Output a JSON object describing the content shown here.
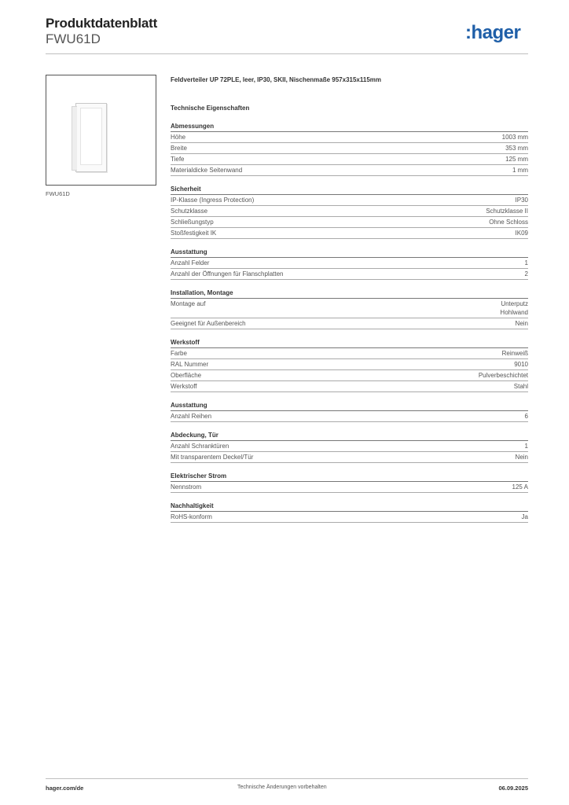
{
  "header": {
    "title": "Produktdatenblatt",
    "article": "FWU61D",
    "logo_text": "hager",
    "logo_prefix": ":"
  },
  "image": {
    "caption": "FWU61D"
  },
  "product": {
    "description": "Feldverteiler UP 72PLE, leer, IP30, SKII, Nischenmaße 957x315x115mm",
    "tech_heading": "Technische Eigenschaften"
  },
  "sections": [
    {
      "title": "Abmessungen",
      "rows": [
        [
          "Höhe",
          "1003 mm"
        ],
        [
          "Breite",
          "353 mm"
        ],
        [
          "Tiefe",
          "125 mm"
        ],
        [
          "Materialdicke Seitenwand",
          "1 mm"
        ]
      ]
    },
    {
      "title": "Sicherheit",
      "rows": [
        [
          "IP-Klasse (Ingress Protection)",
          "IP30"
        ],
        [
          "Schutzklasse",
          "Schutzklasse II"
        ],
        [
          "Schließungstyp",
          "Ohne Schloss"
        ],
        [
          "Stoßfestigkeit IK",
          "IK09"
        ]
      ]
    },
    {
      "title": "Ausstattung",
      "rows": [
        [
          "Anzahl Felder",
          "1"
        ],
        [
          "Anzahl der Öffnungen für Flanschplatten",
          "2"
        ]
      ]
    },
    {
      "title": "Installation, Montage",
      "rows": [
        [
          "Montage auf",
          "Unterputz\nHohlwand"
        ],
        [
          "Geeignet für Außenbereich",
          "Nein"
        ]
      ]
    },
    {
      "title": "Werkstoff",
      "rows": [
        [
          "Farbe",
          "Reinweiß"
        ],
        [
          "RAL Nummer",
          "9010"
        ],
        [
          "Oberfläche",
          "Pulverbeschichtet"
        ],
        [
          "Werkstoff",
          "Stahl"
        ]
      ]
    },
    {
      "title": "Ausstattung",
      "rows": [
        [
          "Anzahl Reihen",
          "6"
        ]
      ]
    },
    {
      "title": "Abdeckung, Tür",
      "rows": [
        [
          "Anzahl Schranktüren",
          "1"
        ],
        [
          "Mit transparentem Deckel/Tür",
          "Nein"
        ]
      ]
    },
    {
      "title": "Elektrischer Strom",
      "rows": [
        [
          "Nennstrom",
          "125 A"
        ]
      ]
    },
    {
      "title": "Nachhaltigkeit",
      "rows": [
        [
          "RoHS-konform",
          "Ja"
        ]
      ]
    }
  ],
  "footer": {
    "website": "hager.com/de",
    "note": "Technische Änderungen vorbehalten",
    "date": "06.09.2025"
  },
  "colors": {
    "brand": "#1f5fa8"
  }
}
